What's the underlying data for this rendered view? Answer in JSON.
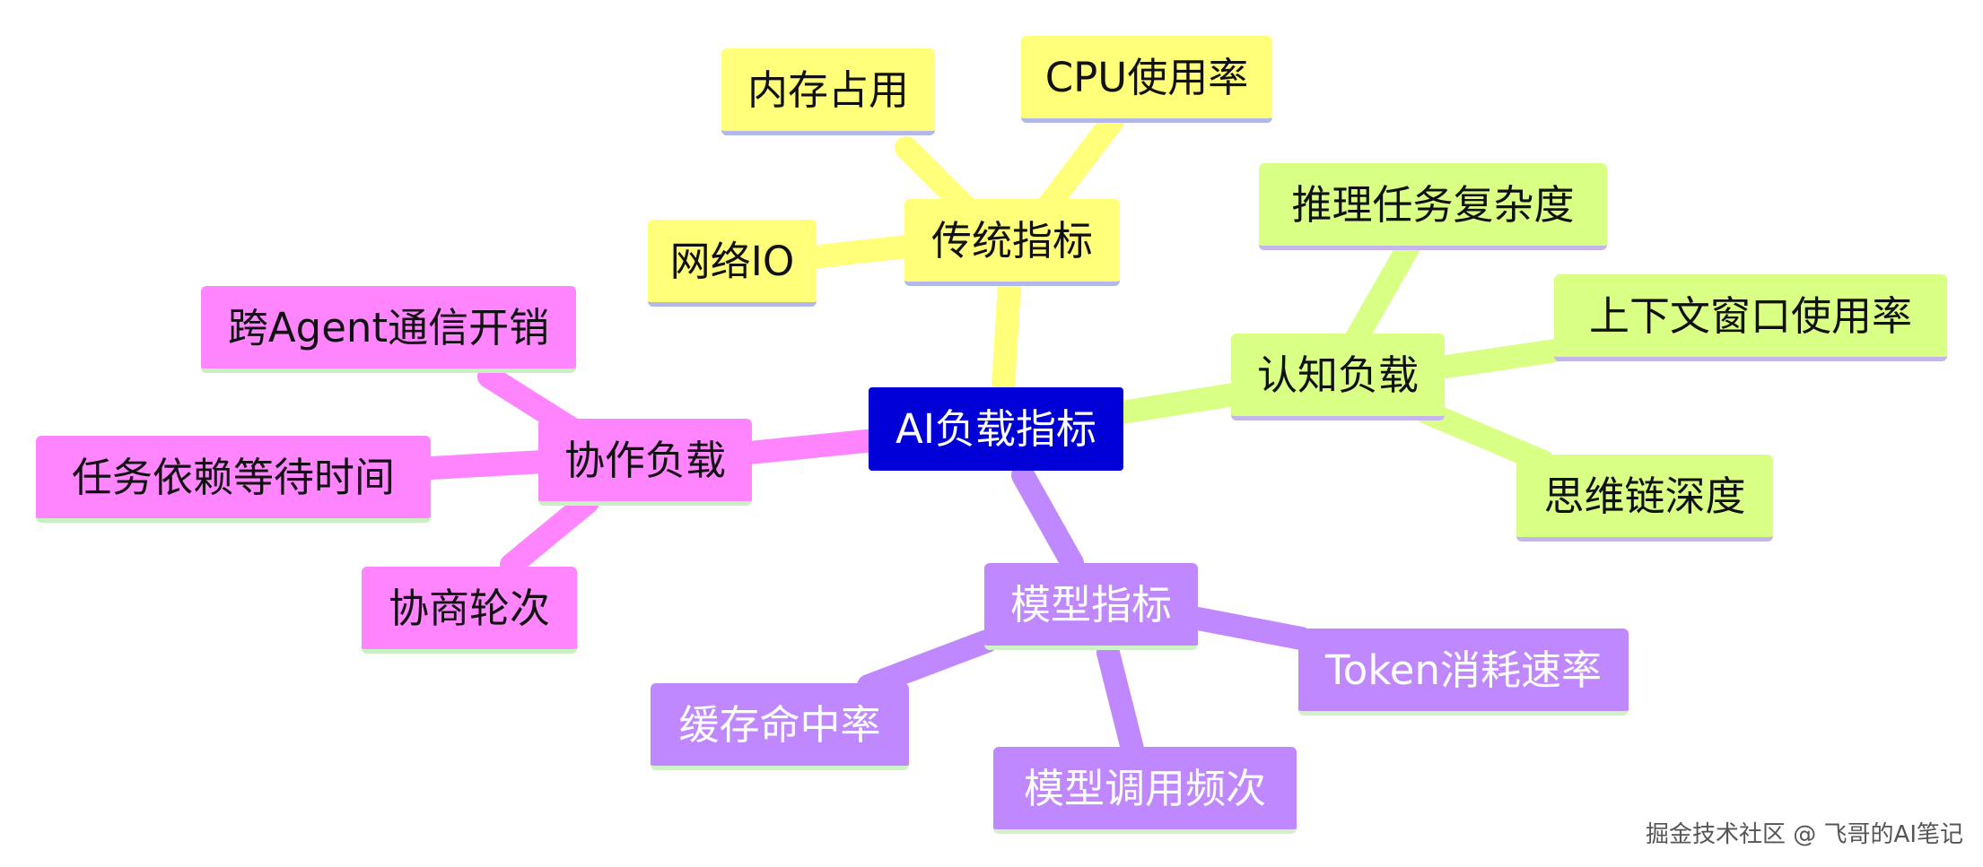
{
  "colors": {
    "root": "#0000d6",
    "traditional": "#ffff7a",
    "cognitive": "#d9ff85",
    "collaboration": "#ff85ff",
    "model": "#c088ff"
  },
  "mindmap": {
    "root": "AI负载指标",
    "traditional": {
      "label": "传统指标",
      "children": [
        "内存占用",
        "CPU使用率",
        "网络IO"
      ]
    },
    "cognitive": {
      "label": "认知负载",
      "children": [
        "推理任务复杂度",
        "上下文窗口使用率",
        "思维链深度"
      ]
    },
    "collaboration": {
      "label": "协作负载",
      "children": [
        "跨Agent通信开销",
        "任务依赖等待时间",
        "协商轮次"
      ]
    },
    "model": {
      "label": "模型指标",
      "children": [
        "Token消耗速率",
        "缓存命中率",
        "模型调用频次"
      ]
    }
  },
  "watermark": "掘金技术社区 @ 飞哥的AI笔记"
}
